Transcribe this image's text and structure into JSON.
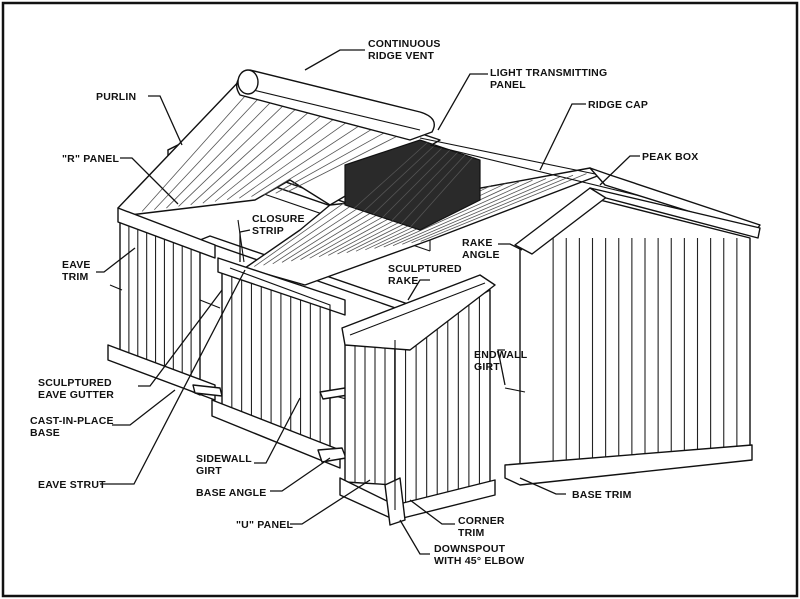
{
  "diagram": {
    "labels": [
      {
        "id": "continuous-ridge-vent",
        "lines": [
          "CONTINUOUS",
          "RIDGE VENT"
        ]
      },
      {
        "id": "light-transmitting-panel",
        "lines": [
          "LIGHT TRANSMITTING",
          "PANEL"
        ]
      },
      {
        "id": "purlin",
        "lines": [
          "PURLIN"
        ]
      },
      {
        "id": "ridge-cap",
        "lines": [
          "RIDGE CAP"
        ]
      },
      {
        "id": "r-panel",
        "lines": [
          "\"R\" PANEL"
        ]
      },
      {
        "id": "peak-box",
        "lines": [
          "PEAK BOX"
        ]
      },
      {
        "id": "closure-strip",
        "lines": [
          "CLOSURE",
          "STRIP"
        ]
      },
      {
        "id": "eave-trim",
        "lines": [
          "EAVE",
          "TRIM"
        ]
      },
      {
        "id": "rake-angle",
        "lines": [
          "RAKE",
          "ANGLE"
        ]
      },
      {
        "id": "sculptured-rake",
        "lines": [
          "SCULPTURED",
          "RAKE"
        ]
      },
      {
        "id": "endwall-girt",
        "lines": [
          "ENDWALL",
          "GIRT"
        ]
      },
      {
        "id": "sculptured-eave-gutter",
        "lines": [
          "SCULPTURED",
          "EAVE GUTTER"
        ]
      },
      {
        "id": "cast-in-place-base",
        "lines": [
          "CAST-IN-PLACE",
          "BASE"
        ]
      },
      {
        "id": "sidewall-girt",
        "lines": [
          "SIDEWALL",
          "GIRT"
        ]
      },
      {
        "id": "eave-strut",
        "lines": [
          "EAVE STRUT"
        ]
      },
      {
        "id": "base-angle",
        "lines": [
          "BASE  ANGLE"
        ]
      },
      {
        "id": "base-trim",
        "lines": [
          "BASE TRIM"
        ]
      },
      {
        "id": "u-panel",
        "lines": [
          "\"U\" PANEL"
        ]
      },
      {
        "id": "corner-trim",
        "lines": [
          "CORNER",
          "TRIM"
        ]
      },
      {
        "id": "downspout",
        "lines": [
          "DOWNSPOUT",
          "WITH 45° ELBOW"
        ]
      }
    ]
  }
}
